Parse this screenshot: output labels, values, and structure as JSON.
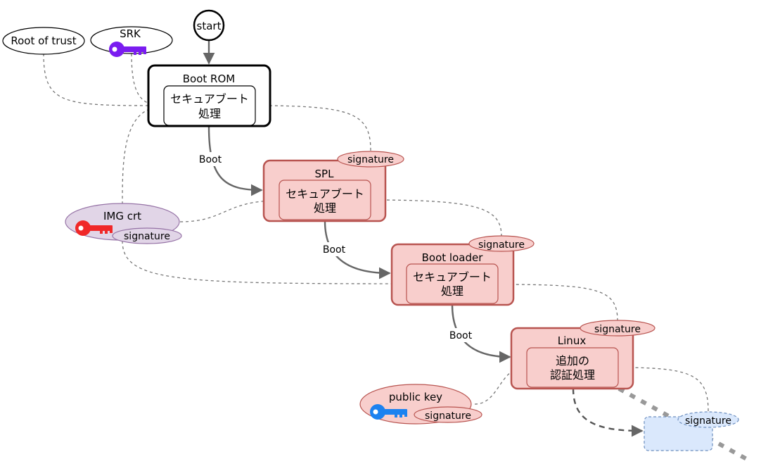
{
  "start": "start",
  "root_of_trust": "Root of trust",
  "srk": "SRK",
  "img_crt": "IMG crt",
  "public_key": "public key",
  "signature": "signature",
  "edge_boot": "Boot",
  "boot_rom": {
    "title": "Boot ROM",
    "inner_line1": "セキュアブート",
    "inner_line2": "処理"
  },
  "spl": {
    "title": "SPL",
    "inner_line1": "セキュアブート",
    "inner_line2": "処理"
  },
  "boot_loader": {
    "title": "Boot loader",
    "inner_line1": "セキュアブート",
    "inner_line2": "処理"
  },
  "linux": {
    "title": "Linux",
    "inner_line1": "追加の",
    "inner_line2": "認証処理"
  },
  "colors": {
    "stage_fill": "#f8cecc",
    "stage_stroke": "#b85450",
    "img_fill": "#e1d5e7",
    "img_stroke": "#9673a6",
    "next_fill": "#dae8fc",
    "next_stroke": "#6c8ebf",
    "key_purple": "#7a1cf0",
    "key_red": "#f02828",
    "key_blue": "#1c82f0",
    "arrow": "#666666"
  },
  "icons": {
    "srk_key": "key-icon",
    "img_key": "key-icon",
    "public_key": "key-icon"
  }
}
